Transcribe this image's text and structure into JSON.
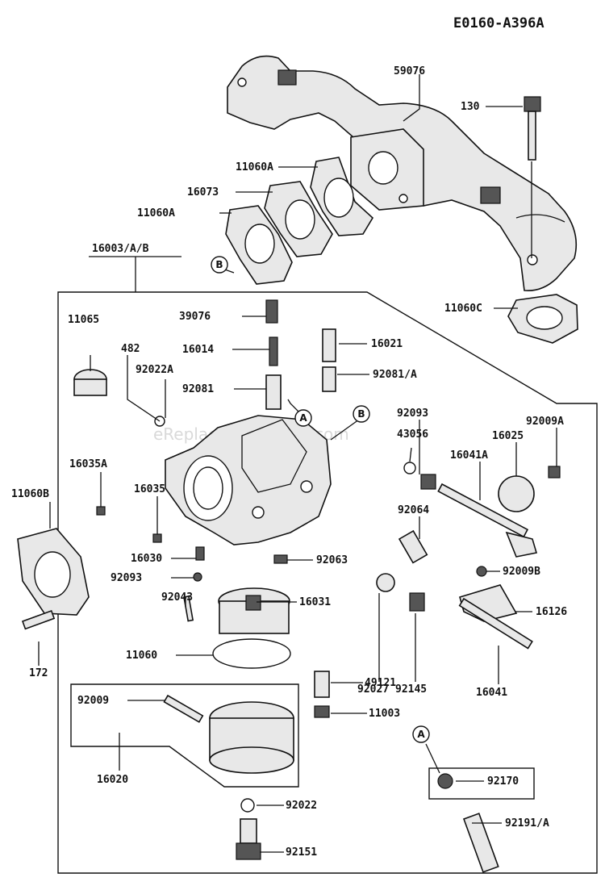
{
  "diagram_code": "E0160-A396A",
  "watermark": "eReplacementParts.com",
  "labels": {
    "l59076": "59076",
    "l130": "130",
    "l11060A_top": "11060A",
    "l16073": "16073",
    "l11060A_left": "11060A",
    "l16003": "16003/A/B",
    "l11060C": "11060C",
    "l11065": "11065",
    "l39076": "39076",
    "l16014": "16014",
    "l16021": "16021",
    "l482": "482",
    "l92022A": "92022A",
    "l92081": "92081",
    "l92081A": "92081/A",
    "l92093_top": "92093",
    "l43056": "43056",
    "l92009A": "92009A",
    "l16025": "16025",
    "l16041A": "16041A",
    "l16035A": "16035A",
    "l16035": "16035",
    "l11060B": "11060B",
    "l92064": "92064",
    "l16030": "16030",
    "l92093_bot": "92093",
    "l92063": "92063",
    "l92009B": "92009B",
    "l92043": "92043",
    "l16031": "16031",
    "l16126": "16126",
    "l11060": "11060",
    "l92027": "92027",
    "l92145": "92145",
    "l16041": "16041",
    "l172": "172",
    "l49121": "49121",
    "l92009": "92009",
    "l11003": "11003",
    "l16020": "16020",
    "l92170": "92170",
    "l92022": "92022",
    "l92191A": "92191/A",
    "l92151": "92151"
  },
  "callouts": {
    "a1": "A",
    "b1": "B",
    "b2": "B",
    "a2": "A"
  }
}
